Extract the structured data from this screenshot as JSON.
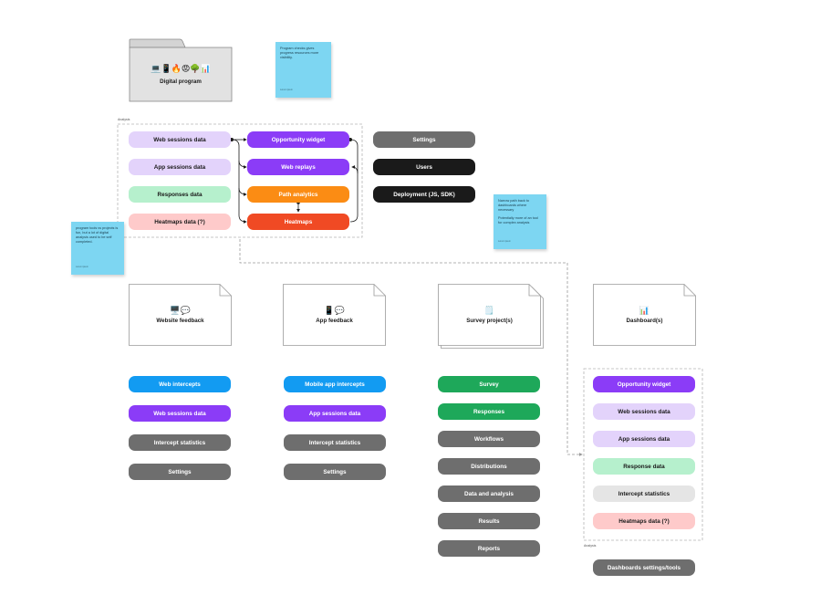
{
  "folder": {
    "icons": "💻📱🔥😡🌳📊",
    "title": "Digital program"
  },
  "notes": {
    "top": {
      "text": "Program checks gives progress resources more visibility.",
      "footer": "Lorem ipsum"
    },
    "left": {
      "text": "program tools vs projects is fun, but a lot of digital analysis used to be self completed.",
      "footer": "Lorem ipsum"
    },
    "right": {
      "p1": "Narrow path back to dashboards where necessary",
      "p2": "Potentially more of an tool for complex analysis",
      "footer": "Lorem ipsum"
    }
  },
  "analysis": {
    "label": "Analysis",
    "left_items": [
      "Web sessions data",
      "App sessions data",
      "Responses data",
      "Heatmaps data (?)"
    ],
    "right_items": [
      "Opportunity widget",
      "Web replays",
      "Path analytics",
      "Heatmaps"
    ]
  },
  "admin": [
    "Settings",
    "Users",
    "Deployment (JS, SDK)"
  ],
  "cards": [
    {
      "icons": "🖥️💬",
      "title": "Website feedback"
    },
    {
      "icons": "📱💬",
      "title": "App feedback"
    },
    {
      "icons": "🗒️",
      "title": "Survey project(s)"
    },
    {
      "icons": "📊",
      "title": "Dashboard(s)"
    }
  ],
  "website_col": [
    "Web intercepts",
    "Web sessions data",
    "Intercept statistics",
    "Settings"
  ],
  "app_col": [
    "Mobile app intercepts",
    "App sessions data",
    "Intercept statistics",
    "Settings"
  ],
  "survey_col": [
    "Survey",
    "Responses",
    "Workflows",
    "Distributions",
    "Data and analysis",
    "Results",
    "Reports"
  ],
  "dashboard": {
    "items": [
      "Opportunity widget",
      "Web sessions data",
      "App sessions data",
      "Response data",
      "Intercept statistics",
      "Heatmaps data (?)"
    ],
    "label": "Analysis",
    "tools": "Dashboards settings/tools"
  },
  "colors": {
    "purple": "#8b3cf7",
    "lavender": "#e3d3fb",
    "mint": "#b6f0cd",
    "pink": "#fecaca",
    "orange": "#fb8c14",
    "red": "#f04a24",
    "grey": "#6e6e6e",
    "black": "#1a1a1a",
    "blue": "#129bf2",
    "green": "#1ea85a",
    "sticky": "#7dd6f2"
  }
}
